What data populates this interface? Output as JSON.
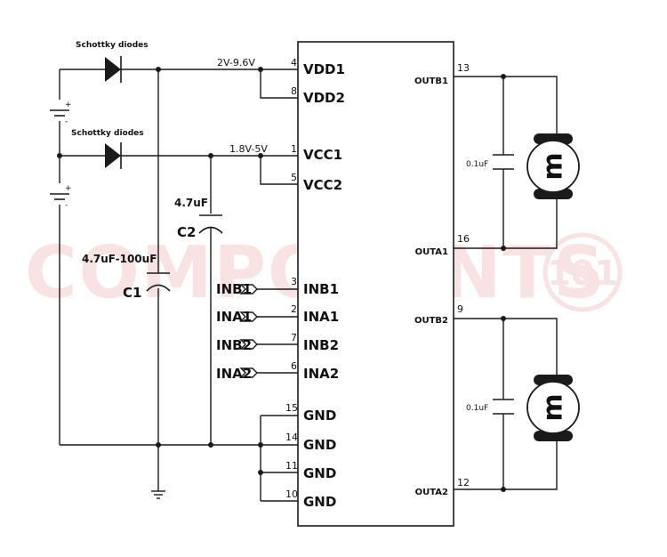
{
  "watermark": {
    "text": "COMPONENTS",
    "number": "101"
  },
  "ic": {
    "left_pins": [
      {
        "label": "VDD1",
        "num": "4"
      },
      {
        "label": "VDD2",
        "num": "8"
      },
      {
        "label": "VCC1",
        "num": "1"
      },
      {
        "label": "VCC2",
        "num": "5"
      },
      {
        "label": "INB1",
        "num": "3"
      },
      {
        "label": "INA1",
        "num": "2"
      },
      {
        "label": "INB2",
        "num": "7"
      },
      {
        "label": "INA2",
        "num": "6"
      },
      {
        "label": "GND",
        "num": "15"
      },
      {
        "label": "GND",
        "num": "14"
      },
      {
        "label": "GND",
        "num": "11"
      },
      {
        "label": "GND",
        "num": "10"
      }
    ],
    "right_pins": [
      {
        "label": "OUTB1",
        "num": "13"
      },
      {
        "label": "OUTA1",
        "num": "16"
      },
      {
        "label": "OUTB2",
        "num": "9"
      },
      {
        "label": "OUTA2",
        "num": "12"
      }
    ]
  },
  "nets": {
    "vdd_range": "2V-9.6V",
    "vcc_range": "1.8V-5V"
  },
  "diodes": {
    "top_label": "Schottky diodes",
    "bottom_label": "Schottky diodes"
  },
  "inputs": [
    "INB1",
    "INA1",
    "INB2",
    "INA2"
  ],
  "capacitors": {
    "c1": {
      "name": "C1",
      "value": "4.7uF-100uF"
    },
    "c2": {
      "name": "C2",
      "value": "4.7uF"
    },
    "motor1_cap": "0.1uF",
    "motor2_cap": "0.1uF"
  },
  "motors": {
    "symbol": "m"
  }
}
